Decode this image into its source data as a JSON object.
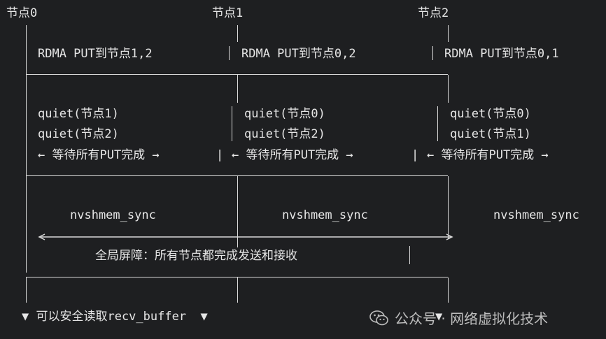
{
  "nodes": [
    "节点0",
    "节点1",
    "节点2"
  ],
  "row1": [
    "RDMA PUT到节点1,2",
    "RDMA PUT到节点0,2",
    "RDMA PUT到节点0,1"
  ],
  "quiet_a": [
    "quiet(节点1)",
    "quiet(节点0)",
    "quiet(节点0)"
  ],
  "quiet_b": [
    "quiet(节点2)",
    "quiet(节点2)",
    "quiet(节点1)"
  ],
  "wait": [
    "← 等待所有PUT完成 →",
    "← 等待所有PUT完成 →",
    "← 等待所有PUT完成 →"
  ],
  "sync": [
    "nvshmem_sync",
    "nvshmem_sync",
    "nvshmem_sync"
  ],
  "barrier": "全局屏障：所有节点都完成发送和接收",
  "final": "▼ 可以安全读取recv_buffer  ▼",
  "wait_bar": "|",
  "tail_arrow": "▼",
  "watermark": {
    "text": "公众号 · 网络虚拟化技术",
    "icon": "wechat-icon"
  }
}
